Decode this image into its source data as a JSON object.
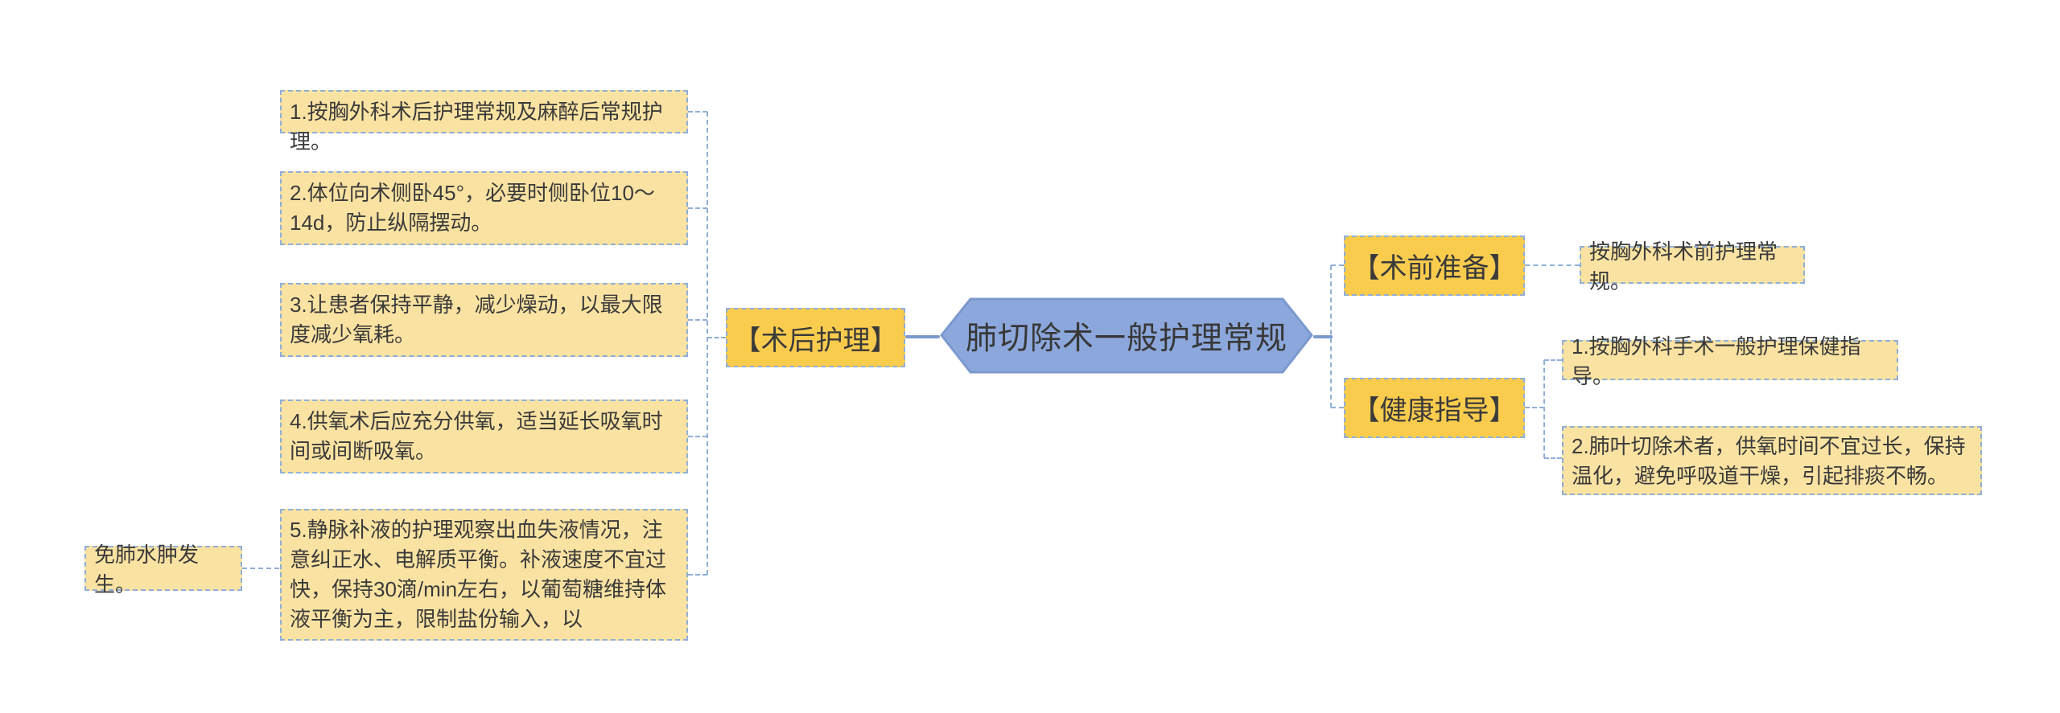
{
  "root": {
    "title": "肺切除术一般护理常规"
  },
  "branches": {
    "post_op": {
      "label": "【术后护理】",
      "items": [
        "1.按胸外科术后护理常规及麻醉后常规护理。",
        "2.体位向术侧卧45°，必要时侧卧位10～14d，防止纵隔摆动。",
        "3.让患者保持平静，减少燥动，以最大限度减少氧耗。",
        "4.供氧术后应充分供氧，适当延长吸氧时间或间断吸氧。",
        "5.静脉补液的护理观察出血失液情况，注意纠正水、电解质平衡。补液速度不宜过快，保持30滴/min左右，以葡萄糖维持体液平衡为主，限制盐份输入，以"
      ],
      "overflow_note": "免肺水肿发生。"
    },
    "pre_op": {
      "label": "【术前准备】",
      "items": [
        "按胸外科术前护理常规。"
      ]
    },
    "health_guide": {
      "label": "【健康指导】",
      "items": [
        "1.按胸外科手术一般护理保健指导。",
        "2.肺叶切除术者，供氧时间不宜过长，保持温化，避免呼吸道干燥，引起排痰不畅。"
      ]
    }
  },
  "colors": {
    "background": "#ffffff",
    "node_fill_light": "#fae3a2",
    "node_fill_accent": "#facc4d",
    "node_border_dash": "#8fafd9",
    "root_fill": "#8ca7db",
    "root_border": "#7c99ce",
    "connector": "#7c99ce",
    "text": "#3a3a3a"
  }
}
